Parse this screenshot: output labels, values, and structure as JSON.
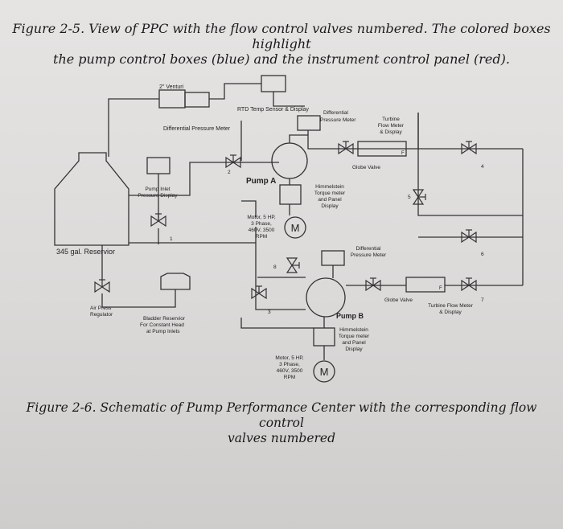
{
  "caption_top": {
    "line1": "Figure 2-5. View of PPC with the flow control valves numbered. The colored boxes highlight",
    "line2": "the pump control boxes (blue) and the instrument control panel (red)."
  },
  "caption_bottom": {
    "line1": "Figure 2-6. Schematic of Pump Performance Center with the corresponding flow control",
    "line2": "valves numbered"
  },
  "labels": {
    "venturi": "2\" Venturi",
    "rtd": "RTD Temp Sensor & Display",
    "diff_pressure_meter_top_1": "Differential",
    "diff_pressure_meter_top_2": "Pressure Meter",
    "turbine_1": "Turbine",
    "turbine_2": "Flow Meter",
    "turbine_3": "& Display",
    "diff_pressure_meter_left": "Differential Pressure Meter",
    "globe_valve_a": "Globe Valve",
    "pump_a": "Pump A",
    "pump_inlet_1": "Pump Inlet",
    "pump_inlet_2": "Pressure Display",
    "himmelstein_a_1": "Himmelstein",
    "himmelstein_a_2": "Torque meter",
    "himmelstein_a_3": "and Panel",
    "himmelstein_a_4": "Display",
    "motor_a_1": "Motor, 5 HP,",
    "motor_a_2": "3 Phase,",
    "motor_a_3": "460V, 3500",
    "motor_a_4": "RPM",
    "reservoir": "345 gal. Reservior",
    "diff_b_1": "Differential",
    "diff_b_2": "Pressure Meter",
    "globe_valve_b": "Globe Valve",
    "turbine_b_1": "Turbine Flow Meter",
    "turbine_b_2": "& Display",
    "pump_b": "Pump B",
    "himmelstein_b_1": "Himmelstein",
    "himmelstein_b_2": "Torque meter",
    "himmelstein_b_3": "and Panel",
    "himmelstein_b_4": "Display",
    "motor_b_1": "Motor, 5 HP,",
    "motor_b_2": "3 Phase,",
    "motor_b_3": "460V, 3500",
    "motor_b_4": "RPM",
    "air_1": "Air Press",
    "air_2": "Regulator",
    "bladder_1": "Bladder Reservior",
    "bladder_2": "For Constant Head",
    "bladder_3": "at Pump Inlets",
    "motor_symbol": "M",
    "flow_meter_tag": "F",
    "valve_1": "1",
    "valve_2": "2",
    "valve_3": "3",
    "valve_4": "4",
    "valve_5": "5",
    "valve_6": "6",
    "valve_7": "7",
    "valve_8": "8"
  }
}
